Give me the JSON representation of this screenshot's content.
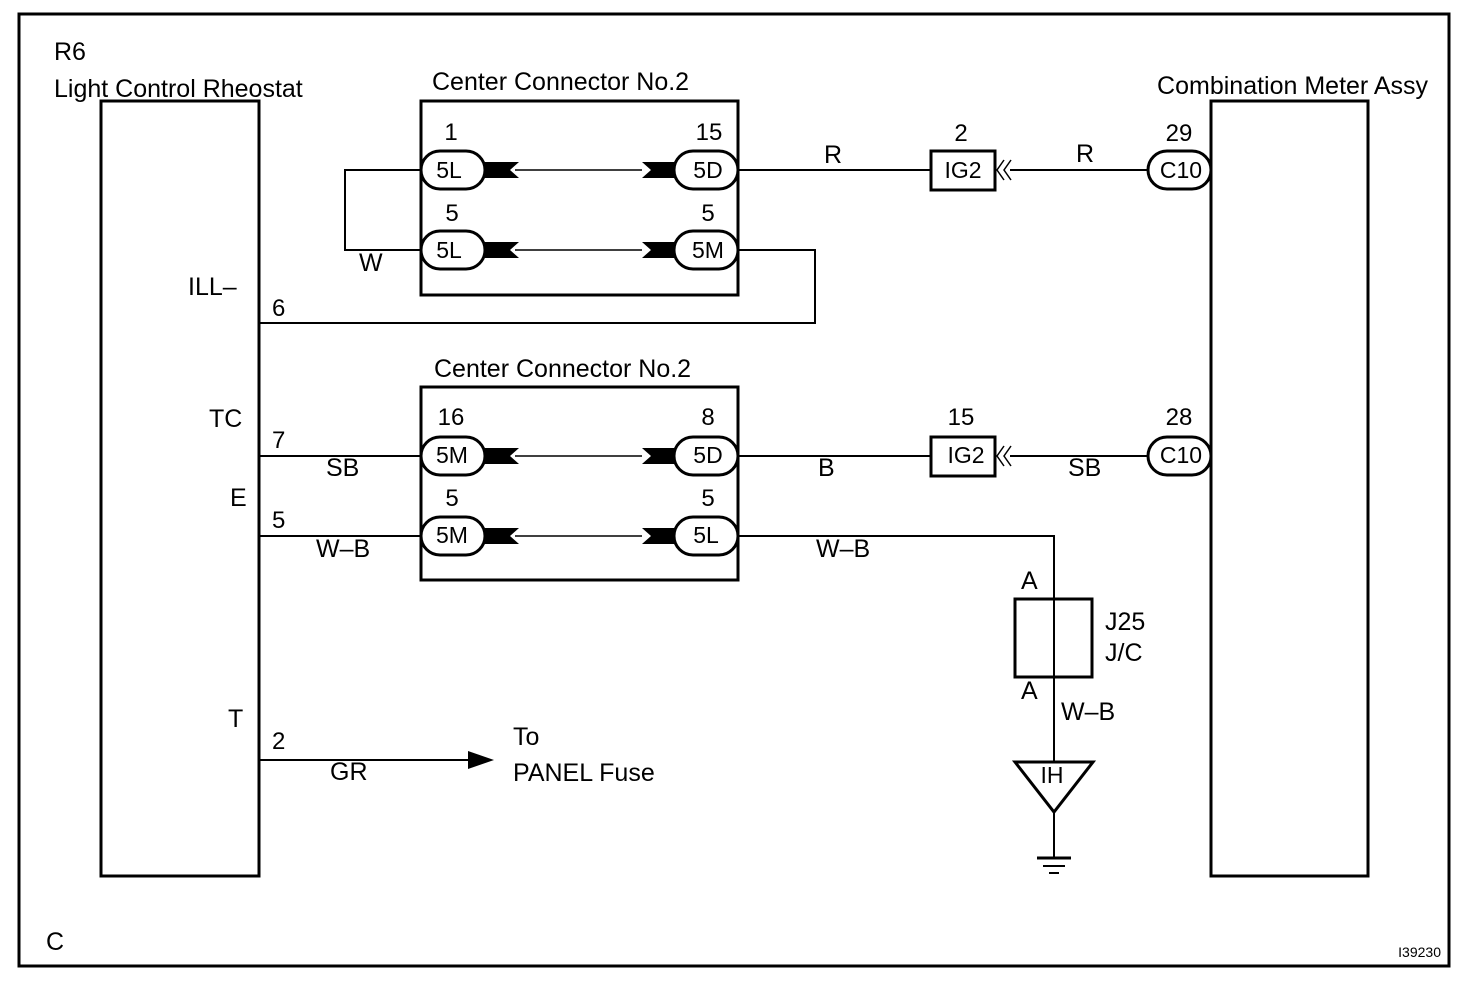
{
  "corner": {
    "left_code": "C",
    "figure_id": "I39230"
  },
  "rheostat": {
    "ref": "R6",
    "name": "Light Control Rheostat",
    "pins": [
      {
        "label": "ILL–",
        "number": "6"
      },
      {
        "label": "TC",
        "number": "7"
      },
      {
        "label": "E",
        "number": "5"
      },
      {
        "label": "T",
        "number": "2"
      }
    ]
  },
  "connector_top": {
    "title": "Center Connector No.2",
    "rows": [
      {
        "left_pin": "1",
        "left_code": "5L",
        "right_pin": "15",
        "right_code": "5D"
      },
      {
        "left_pin": "5",
        "left_code": "5L",
        "right_pin": "5",
        "right_code": "5M"
      }
    ]
  },
  "connector_bottom": {
    "title": "Center Connector No.2",
    "rows": [
      {
        "left_pin": "16",
        "left_code": "5M",
        "right_pin": "8",
        "right_code": "5D"
      },
      {
        "left_pin": "5",
        "left_code": "5M",
        "right_pin": "5",
        "right_code": "5L"
      }
    ]
  },
  "meter": {
    "name": "Combination Meter Assy",
    "pins": [
      {
        "number": "29",
        "code": "C10"
      },
      {
        "number": "28",
        "code": "C10"
      }
    ]
  },
  "ig2_connectors": [
    {
      "pin": "2",
      "code": "IG2"
    },
    {
      "pin": "15",
      "code": "IG2"
    }
  ],
  "wire_colors": {
    "top_right_1": "R",
    "top_right_2": "R",
    "loop": "W",
    "tc_left": "SB",
    "tc_right_1": "B",
    "tc_right_2": "SB",
    "e_left": "W–B",
    "e_right": "W–B",
    "ground": "W–B",
    "t_wire": "GR"
  },
  "junction": {
    "name": "J25",
    "type": "J/C",
    "top_pin": "A",
    "bottom_pin": "A"
  },
  "ground_point": "IH",
  "panel_fuse": {
    "line1": "To",
    "line2": "PANEL Fuse"
  }
}
